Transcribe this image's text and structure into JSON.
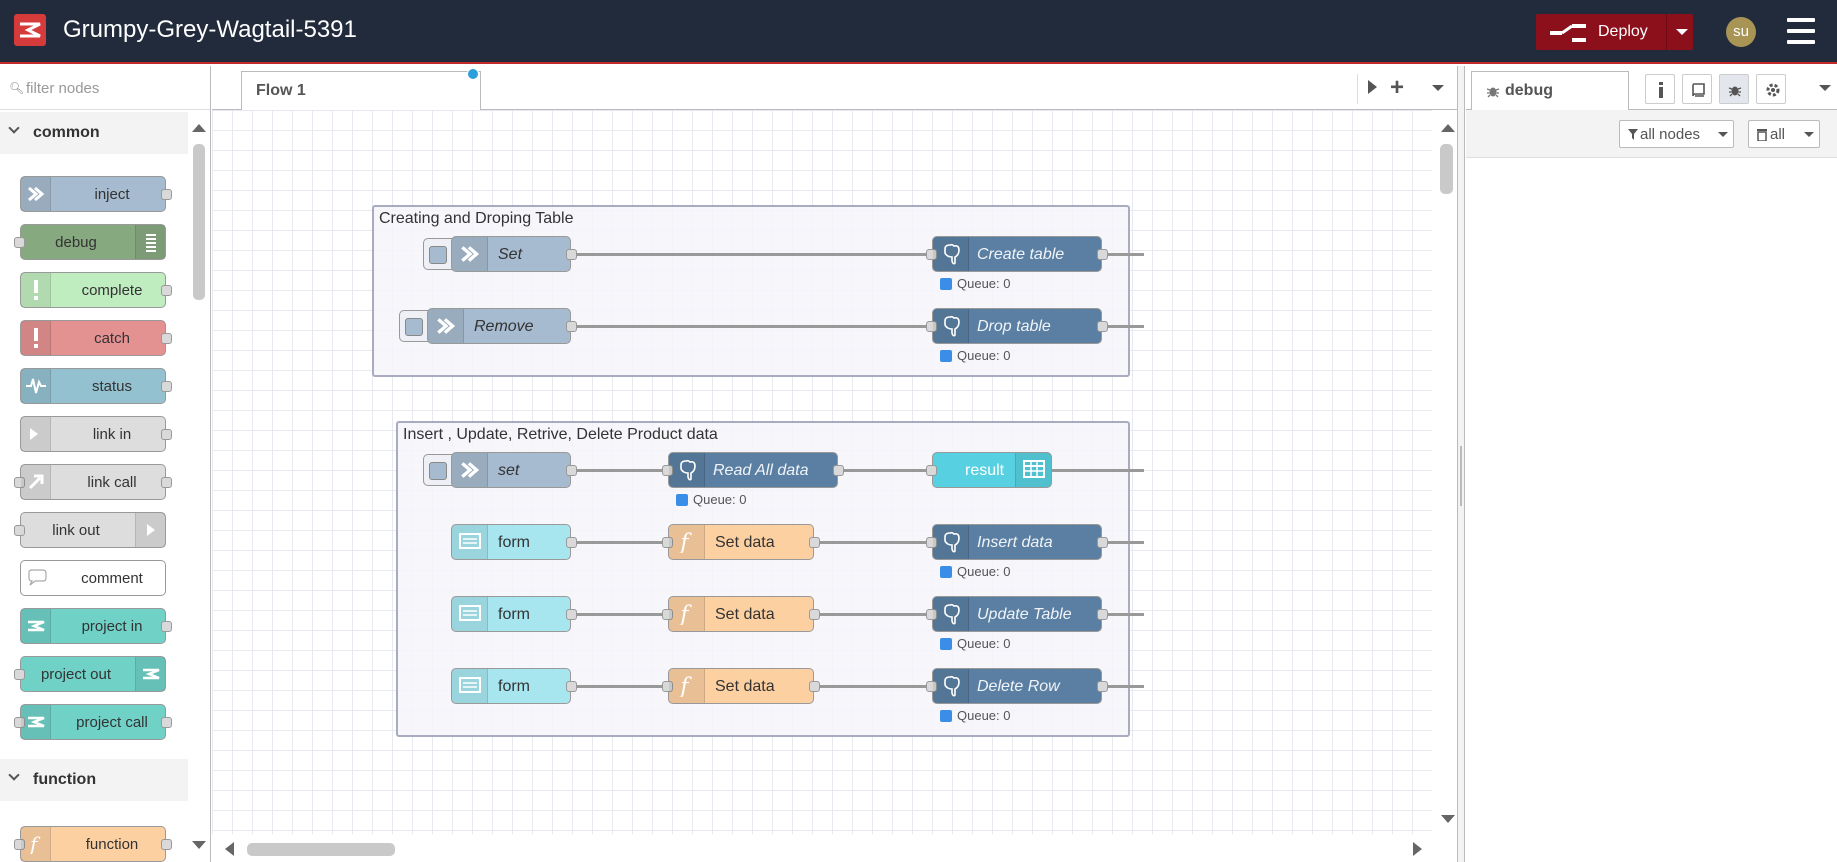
{
  "header": {
    "title": "Grumpy-Grey-Wagtail-5391",
    "deploy_label": "Deploy",
    "user_initials": "su"
  },
  "palette": {
    "filter_placeholder": "filter nodes",
    "categories": [
      {
        "name": "common",
        "nodes": [
          {
            "label": "inject",
            "color": "#a6bbcf",
            "icon": "arrow-icon"
          },
          {
            "label": "debug",
            "color": "#87a980",
            "icon": "list-icon"
          },
          {
            "label": "complete",
            "color": "#c0edc0",
            "icon": "exclamation-icon"
          },
          {
            "label": "catch",
            "color": "#e49191",
            "icon": "exclamation-icon"
          },
          {
            "label": "status",
            "color": "#94c1d0",
            "icon": "pulse-icon"
          },
          {
            "label": "link in",
            "color": "#dddddd",
            "icon": "link-in-icon"
          },
          {
            "label": "link call",
            "color": "#dddddd",
            "icon": "link-call-icon"
          },
          {
            "label": "link out",
            "color": "#dddddd",
            "icon": "link-out-icon"
          },
          {
            "label": "comment",
            "color": "#ffffff",
            "icon": "comment-icon"
          },
          {
            "label": "project in",
            "color": "#70d1c7",
            "icon": "project-icon"
          },
          {
            "label": "project out",
            "color": "#70d1c7",
            "icon": "project-icon"
          },
          {
            "label": "project call",
            "color": "#70d1c7",
            "icon": "project-icon"
          }
        ]
      },
      {
        "name": "function",
        "nodes": [
          {
            "label": "function",
            "color": "#fdd0a2",
            "icon": "function-icon"
          }
        ]
      }
    ]
  },
  "workspace": {
    "tab_label": "Flow 1",
    "groups": [
      {
        "label": "Creating and Droping Table"
      },
      {
        "label": "Insert , Update, Retrive, Delete Product data"
      }
    ],
    "nodes": {
      "set1": "Set",
      "create_table": "Create table",
      "remove": "Remove",
      "drop_table": "Drop table",
      "set2": "set",
      "read_all": "Read All data",
      "result": "result",
      "form1": "form",
      "set_data1": "Set data",
      "insert_data": "Insert data",
      "form2": "form",
      "set_data2": "Set data",
      "update_table": "Update Table",
      "form3": "form",
      "set_data3": "Set data",
      "delete_row": "Delete Row"
    },
    "queue_status": "Queue: 0"
  },
  "sidebar": {
    "active_tab": "debug",
    "filter_nodes_label": "all nodes",
    "clear_label": "all"
  },
  "colors": {
    "header_bg": "#212b3b",
    "deploy_bg": "#8c101c",
    "inject": "#a6bbcf",
    "postgres": "#5b7fa3",
    "function": "#fdd0a2",
    "form": "#a8e6ef",
    "table": "#57d1e1"
  }
}
